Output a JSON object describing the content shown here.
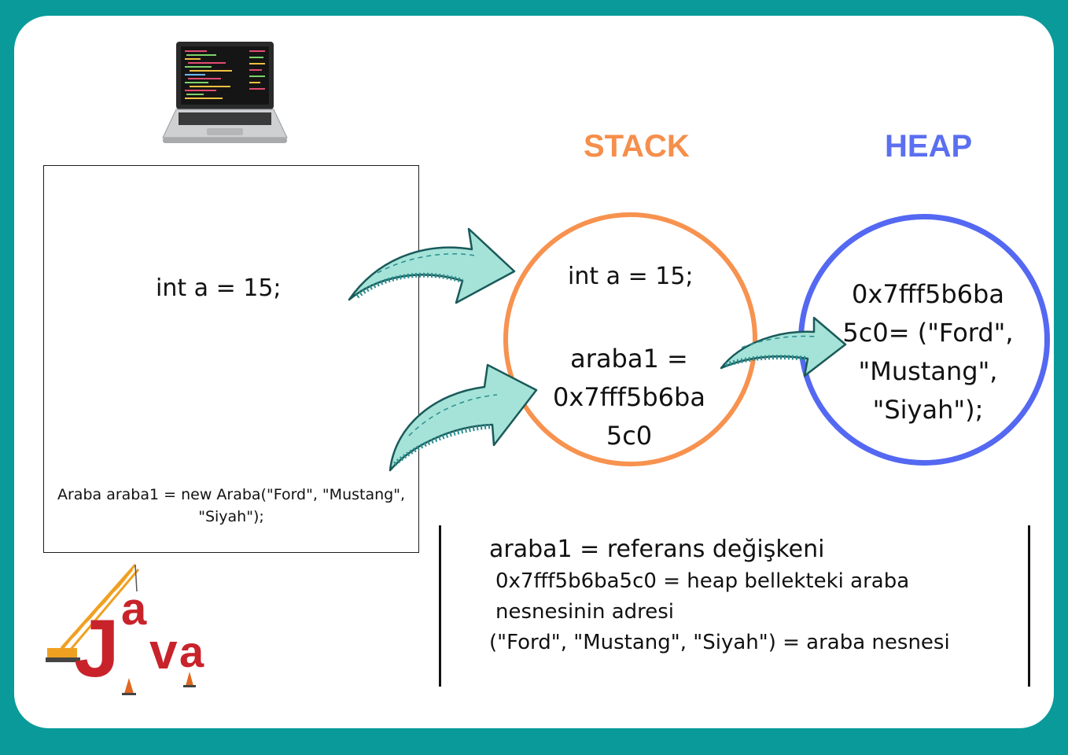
{
  "code": {
    "primitive_line": "int a = 15;",
    "object_line": "Araba araba1 = new Araba(\"Ford\", \"Mustang\", \"Siyah\");"
  },
  "stack": {
    "title": "STACK",
    "primitive": "int a = 15;",
    "reference": "araba1 = 0x7fff5b6ba 5c0"
  },
  "heap": {
    "title": "HEAP",
    "object": "0x7fff5b6ba 5c0= (\"Ford\", \"Mustang\", \"Siyah\");"
  },
  "notes": {
    "line1": "araba1 = referans değişkeni",
    "line2": "0x7fff5b6ba5c0 = heap bellekteki  araba nesnesinin adresi",
    "line3": "(\"Ford\", \"Mustang\", \"Siyah\") = araba nesnesi"
  },
  "images": {
    "laptop": "laptop-icon",
    "java_logo": "java-logo",
    "java_logo_text": "java"
  },
  "colors": {
    "background": "#0a9a9a",
    "stack": "#f7924f",
    "heap": "#5468f2",
    "arrow_fill": "#a5e3d9",
    "arrow_hatch": "#2a8f8f"
  }
}
